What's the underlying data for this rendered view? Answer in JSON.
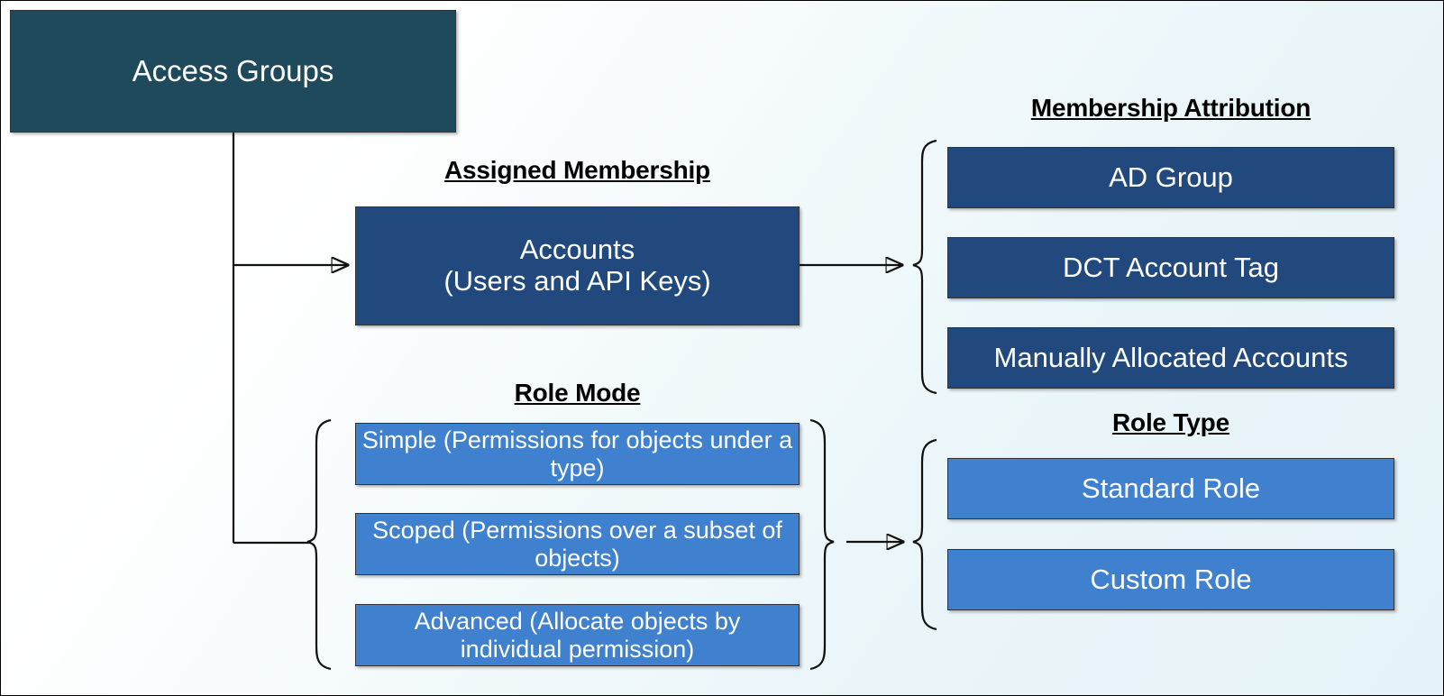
{
  "diagram": {
    "root": {
      "label": "Access Groups",
      "color": "#1e4a5b"
    },
    "sections": [
      {
        "id": "assigned-membership",
        "title": "Assigned Membership",
        "boxes": [
          {
            "label": "Accounts\n(Users and API Keys)",
            "color": "#22497d"
          }
        ]
      },
      {
        "id": "membership-attribution",
        "title": "Membership Attribution",
        "boxes": [
          {
            "label": "AD Group",
            "color": "#22497d"
          },
          {
            "label": "DCT Account Tag",
            "color": "#22497d"
          },
          {
            "label": "Manually Allocated Accounts",
            "color": "#22497d"
          }
        ]
      },
      {
        "id": "role-mode",
        "title": "Role Mode",
        "boxes": [
          {
            "label": "Simple (Permissions for objects under a type)",
            "color": "#3f80cf"
          },
          {
            "label": "Scoped (Permissions over a subset of objects)",
            "color": "#3f80cf"
          },
          {
            "label": "Advanced (Allocate objects by individual permission)",
            "color": "#3f80cf"
          }
        ]
      },
      {
        "id": "role-type",
        "title": "Role Type",
        "boxes": [
          {
            "label": "Standard Role",
            "color": "#3f80cf"
          },
          {
            "label": "Custom Role",
            "color": "#3f80cf"
          }
        ]
      }
    ],
    "connectors": [
      {
        "name": "access-groups-to-accounts",
        "kind": "arrow"
      },
      {
        "name": "access-groups-to-role-mode",
        "kind": "line"
      },
      {
        "name": "accounts-to-membership-attribution",
        "kind": "arrow"
      },
      {
        "name": "role-mode-to-role-type",
        "kind": "arrow"
      }
    ],
    "braces": [
      {
        "name": "membership-attribution-brace",
        "side": "left"
      },
      {
        "name": "role-mode-left-brace",
        "side": "left"
      },
      {
        "name": "role-mode-right-brace",
        "side": "right"
      },
      {
        "name": "role-type-brace",
        "side": "left"
      }
    ],
    "background": {
      "from": "#ffffff",
      "to": "#e6f3f8"
    }
  }
}
